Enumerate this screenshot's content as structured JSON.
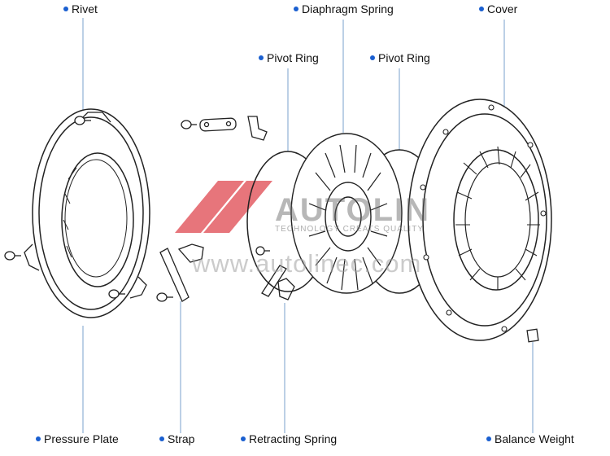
{
  "labels": {
    "rivet": "Rivet",
    "diaphragm_spring": "Diaphragm Spring",
    "cover": "Cover",
    "pivot_ring_left": "Pivot Ring",
    "pivot_ring_right": "Pivot Ring",
    "pressure_plate": "Pressure Plate",
    "strap": "Strap",
    "retracting_spring": "Retracting Spring",
    "balance_weight": "Balance Weight"
  },
  "watermark": {
    "logo": "AUTOLIN",
    "tagline": "TECHNOLOGY CREATS QUALITY",
    "url": "www.autolinec.com"
  },
  "colors": {
    "label_dot": "#1a5fd0",
    "leader_line": "#8fb0d6",
    "outline": "#222222",
    "watermark_red": "#e0474f"
  }
}
